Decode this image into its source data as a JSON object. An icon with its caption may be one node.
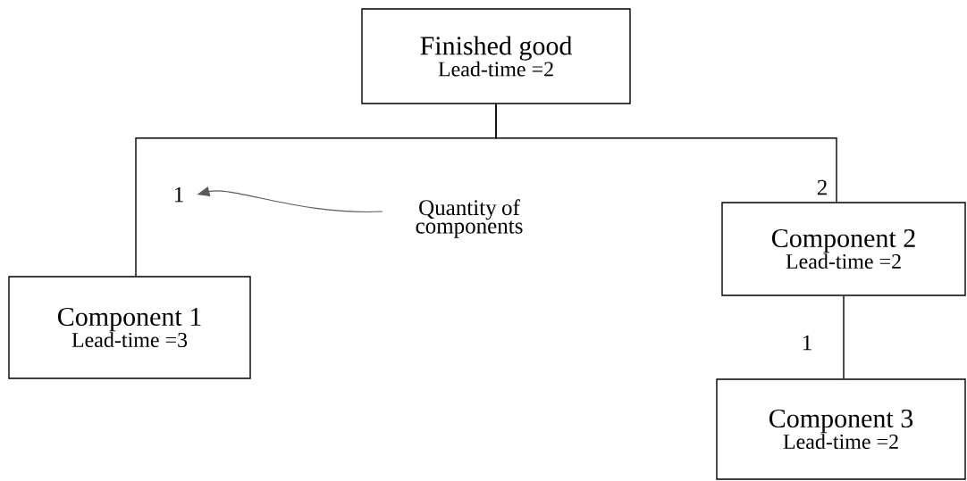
{
  "diagram": {
    "nodes": [
      {
        "text": [
          "Finished good",
          "Lead-time =2"
        ]
      },
      {
        "text": [
          "Component 1",
          "Lead-time =3"
        ]
      },
      {
        "text": [
          "Component 2",
          "Lead-time =2"
        ]
      },
      {
        "text": [
          "Component 3",
          "Lead-time =2"
        ]
      },
      {
        "text": [
          "1"
        ]
      },
      {
        "text": [
          "Quantity of components"
        ]
      }
    ],
    "edges": [
      {
        "from": 0,
        "to": 1,
        "arrow": "none"
      },
      {
        "from": 0,
        "to": 2,
        "arrow": "none",
        "label": "2"
      },
      {
        "from": 2,
        "to": 3,
        "arrow": "none",
        "label": "1"
      },
      {
        "from": 5,
        "to": 4,
        "arrow": "to"
      }
    ]
  }
}
